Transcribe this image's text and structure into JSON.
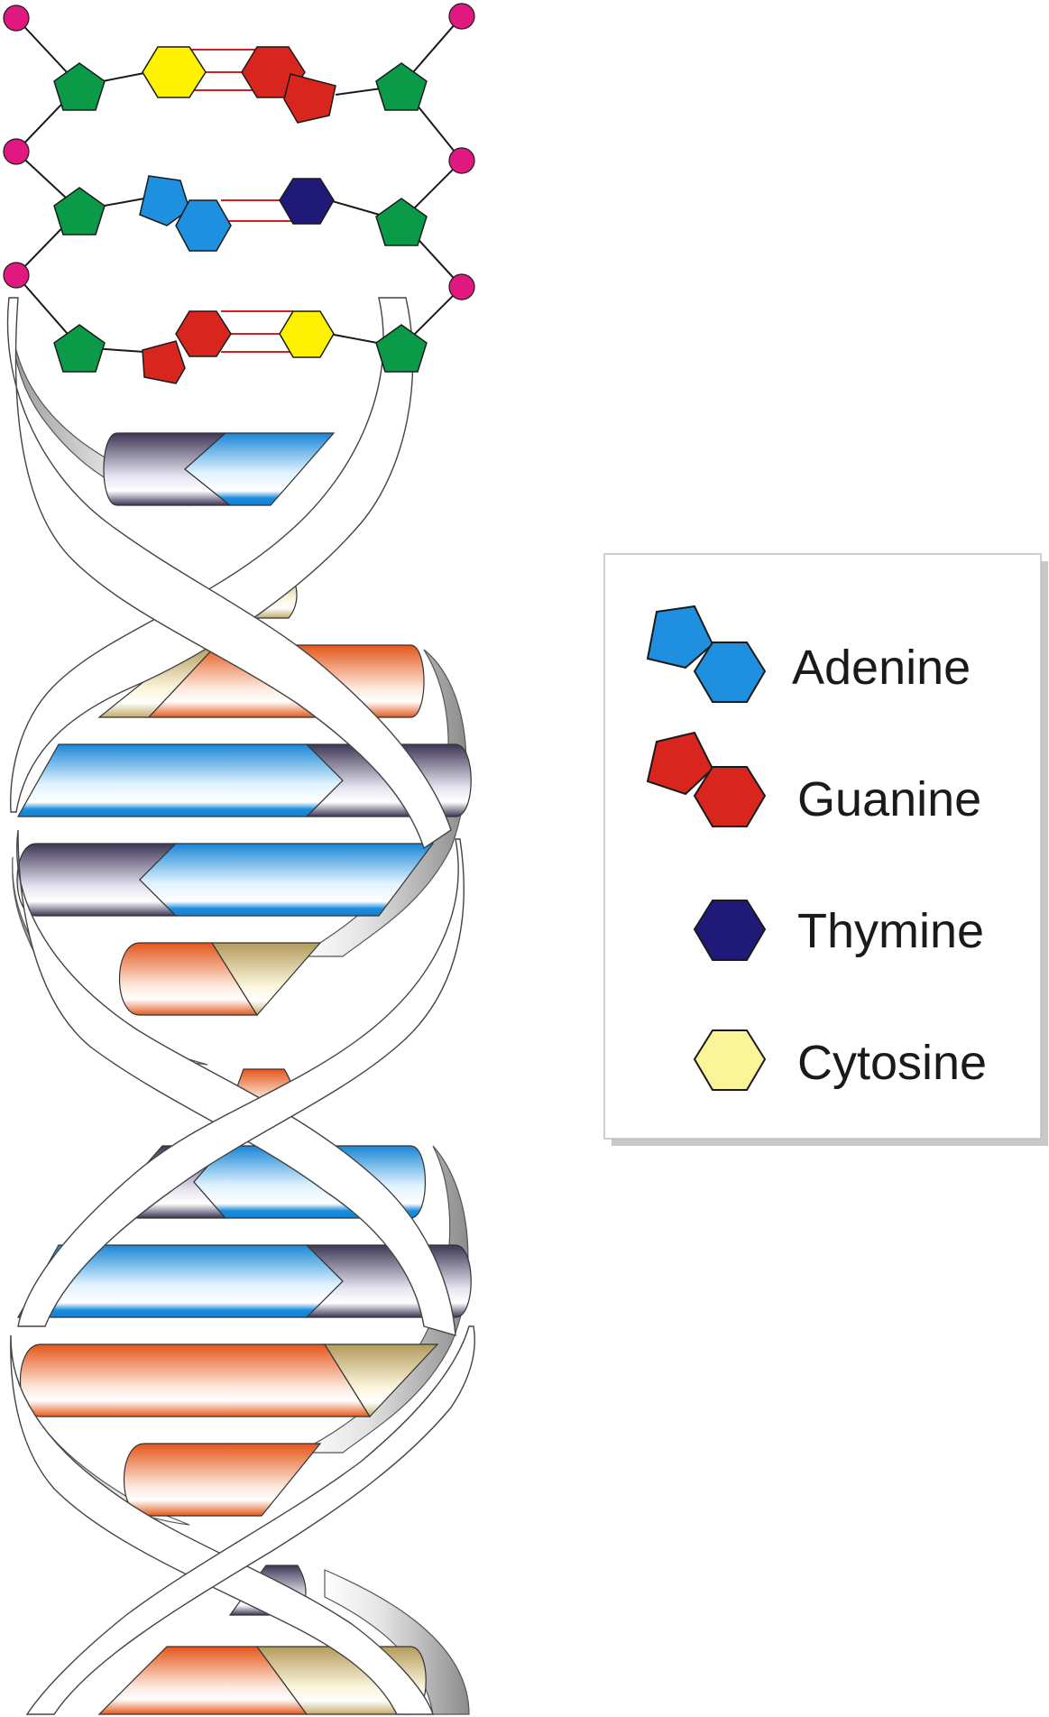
{
  "legend": {
    "items": [
      {
        "key": "adenine",
        "label": "Adenine",
        "color": "#1f8fe0",
        "shape": "double-ring"
      },
      {
        "key": "guanine",
        "label": "Guanine",
        "color": "#d8261f",
        "shape": "double-ring"
      },
      {
        "key": "thymine",
        "label": "Thymine",
        "color": "#1f1a78",
        "shape": "single-ring"
      },
      {
        "key": "cytosine",
        "label": "Cytosine",
        "color": "#fbf59a",
        "shape": "single-ring"
      }
    ]
  },
  "colors": {
    "sugar": "#0b9a48",
    "phosphate": "#e0187f",
    "h_bond": "#d21f1f",
    "yellow_base": "#fff200",
    "thymine_rung": "#5c5070",
    "adenine_rung": "#2fa3e8",
    "guanine_rung": "#ea6a24",
    "cytosine_rung": "#d8c890"
  }
}
